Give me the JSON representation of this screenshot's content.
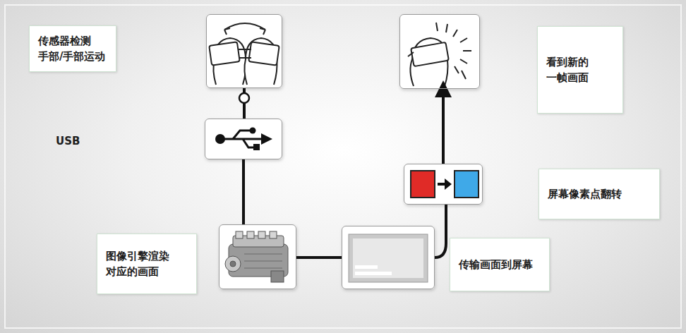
{
  "diagram": {
    "nodes": [
      {
        "text": [
          "传感器检测 手部/手部运动"
        ]
      },
      {
        "text": [
          "USB"
        ]
      },
      {
        "text": [
          "图像引擎渲染 对应的画面"
        ]
      },
      {
        "text": [
          "传输画面到屏幕"
        ]
      },
      {
        "text": [
          "屏幕像素点翻转"
        ]
      },
      {
        "text": [
          "看到新的 一帧画面"
        ]
      }
    ],
    "edges": [
      {
        "from": 0,
        "to": 1,
        "arrow": "none"
      },
      {
        "from": 1,
        "to": 2,
        "arrow": "none"
      },
      {
        "from": 2,
        "to": 3,
        "arrow": "none"
      },
      {
        "from": 3,
        "to": 4,
        "arrow": "none"
      },
      {
        "from": 4,
        "to": 5,
        "arrow": "to"
      }
    ]
  }
}
